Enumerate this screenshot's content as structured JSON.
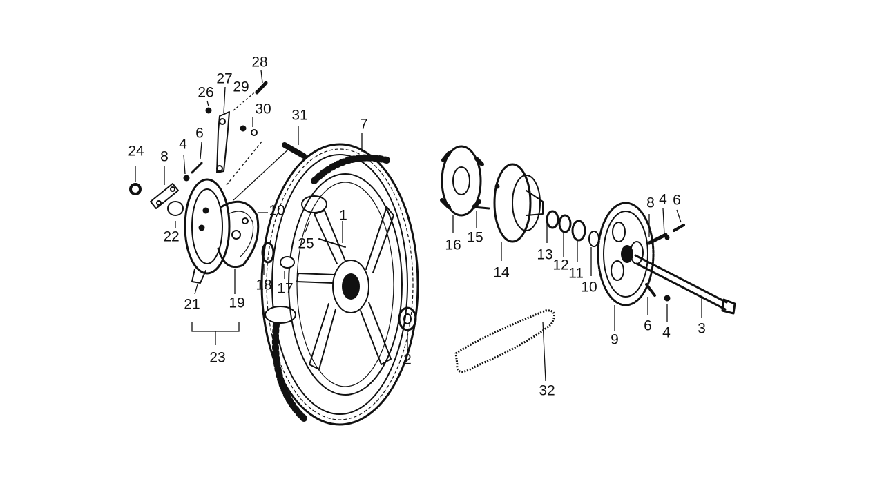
{
  "diagram": {
    "callouts": {
      "n1": "1",
      "n2": "2",
      "n3": "3",
      "n4": "4",
      "n6": "6",
      "n7": "7",
      "n8": "8",
      "n9": "9",
      "n10": "10",
      "n11": "11",
      "n12": "12",
      "n13": "13",
      "n14": "14",
      "n15": "15",
      "n16": "16",
      "n17": "17",
      "n18": "18",
      "n19": "19",
      "n21": "21",
      "n22": "22",
      "n23": "23",
      "n24": "24",
      "n25": "25",
      "n26": "26",
      "n27": "27",
      "n28": "28",
      "n29": "29",
      "n30": "30",
      "n31": "31",
      "n32": "32"
    }
  }
}
